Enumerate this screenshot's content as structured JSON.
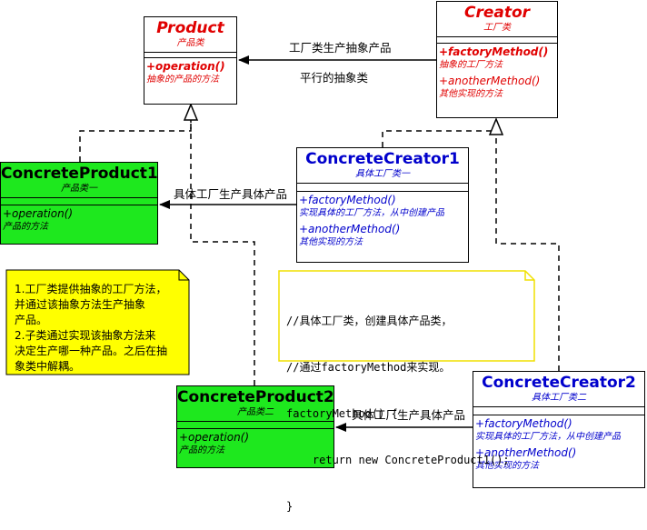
{
  "product": {
    "name": "Product",
    "sub": "产品类",
    "op1": "+operation()",
    "op1_desc": "抽象的产品的方法"
  },
  "creator": {
    "name": "Creator",
    "sub": "工厂类",
    "op1": "+factoryMethod()",
    "op1_desc": "抽象的工厂方法",
    "op2": "+anotherMethod()",
    "op2_desc": "其他实现的方法"
  },
  "concrete_creator1": {
    "name": "ConcreteCreator1",
    "sub": "具体工厂类一",
    "op1": "+factoryMethod()",
    "op1_desc": "实现具体的工厂方法，从中创建产品",
    "op2": "+anotherMethod()",
    "op2_desc": "其他实现的方法"
  },
  "concrete_creator2": {
    "name": "ConcreteCreator2",
    "sub": "具体工厂类二",
    "op1": "+factoryMethod()",
    "op1_desc": "实现具体的工厂方法，从中创建产品",
    "op2": "+anotherMethod()",
    "op2_desc": "其他实现的方法"
  },
  "concrete_product1": {
    "name": "ConcreteProduct1",
    "sub": "产品类一",
    "op1": "+operation()",
    "op1_desc": "产品的方法"
  },
  "concrete_product2": {
    "name": "ConcreteProduct2",
    "sub": "产品类二",
    "op1": "+operation()",
    "op1_desc": "产品的方法"
  },
  "edges": {
    "creator_to_product_1": "工厂类生产抽象产品",
    "creator_to_product_2": "平行的抽象类",
    "cc1_to_cp1": "具体工厂生产具体产品",
    "cc2_to_cp2": "具体工厂生产具体产品"
  },
  "notes": {
    "left": [
      "1.工厂类提供抽象的工厂方法，",
      "并通过该抽象方法生产抽象",
      "产品。",
      "2.子类通过实现该抽象方法来",
      "决定生产哪一种产品。之后在抽",
      "象类中解耦。"
    ],
    "code": [
      "//具体工厂类，创建具体产品类，",
      "//通过factoryMethod来实现。",
      "factoryMethod() {",
      "    return new ConcreteProduct1();",
      "}"
    ]
  },
  "colors": {
    "note_yellow": "#ffff00",
    "note_white_border": "#f0e000",
    "product_green": "#1ee81e",
    "abstract_red": "#e00000",
    "concrete_blue": "#0000cc"
  }
}
